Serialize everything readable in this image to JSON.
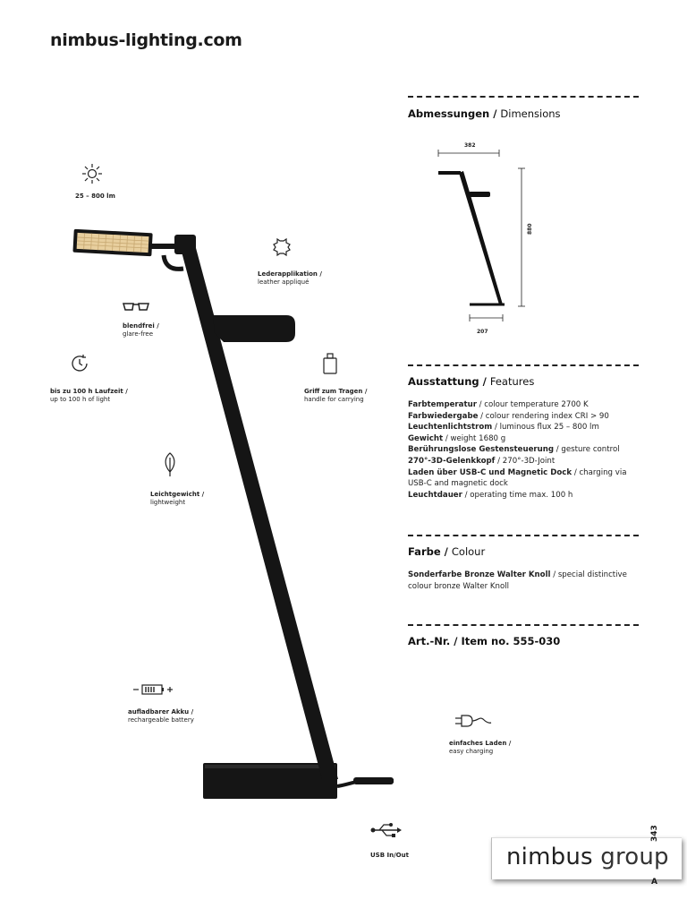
{
  "site": "nimbus-lighting.com",
  "features": {
    "lumen": "25 – 800 lm",
    "leather": [
      "Lederapplikation /",
      "leather appliqué"
    ],
    "glare": [
      "blendfrei /",
      "glare-free"
    ],
    "runtime": [
      "bis zu 100 h Laufzeit /",
      "up to 100 h of light"
    ],
    "handle": [
      "Griff zum Tragen /",
      "handle for carrying"
    ],
    "weight": [
      "Leichtgewicht /",
      "lightweight"
    ],
    "battery": [
      "aufladbarer Akku /",
      "rechargeable battery"
    ],
    "charging": [
      "einfaches Laden /",
      "easy charging"
    ],
    "usb": "USB In/Out"
  },
  "dimensions": {
    "title_de": "Abmessungen",
    "title_en": "Dimensions",
    "width": "382",
    "height": "880",
    "base": "207"
  },
  "features_section": {
    "title_de": "Ausstattung",
    "title_en": "Features",
    "items": [
      {
        "k": "Farbtemperatur",
        "v": " / colour temperature 2700 K"
      },
      {
        "k": "Farbwiedergabe",
        "v": " / colour rendering index CRI > 90"
      },
      {
        "k": "Leuchtenlichtstrom",
        "v": " / luminous flux 25 – 800 lm"
      },
      {
        "k": "Gewicht",
        "v": " / weight 1680 g"
      },
      {
        "k": "Berührungslose Gestensteuerung",
        "v": " / gesture control"
      },
      {
        "k": "270°-3D-Gelenkkopf",
        "v": " / 270°-3D-Joint"
      },
      {
        "k": "Laden über USB-C und Magnetic Dock",
        "v": " / charging via"
      },
      {
        "k": "",
        "v": "USB-C and magnetic dock"
      },
      {
        "k": "Leuchtdauer",
        "v": " / operating time max. 100 h"
      }
    ]
  },
  "colour": {
    "title_de": "Farbe",
    "title_en": "Colour",
    "line1_k": "Sonderfarbe Bronze Walter Knoll",
    "line1_v": " / special distinctive",
    "line2": "colour bronze Walter Knoll"
  },
  "article": {
    "label": "Art.-Nr. / Item no. 555-030"
  },
  "logo": {
    "brand": "nimbus",
    "group": "group"
  },
  "page_number": "343",
  "page_letter": "A"
}
